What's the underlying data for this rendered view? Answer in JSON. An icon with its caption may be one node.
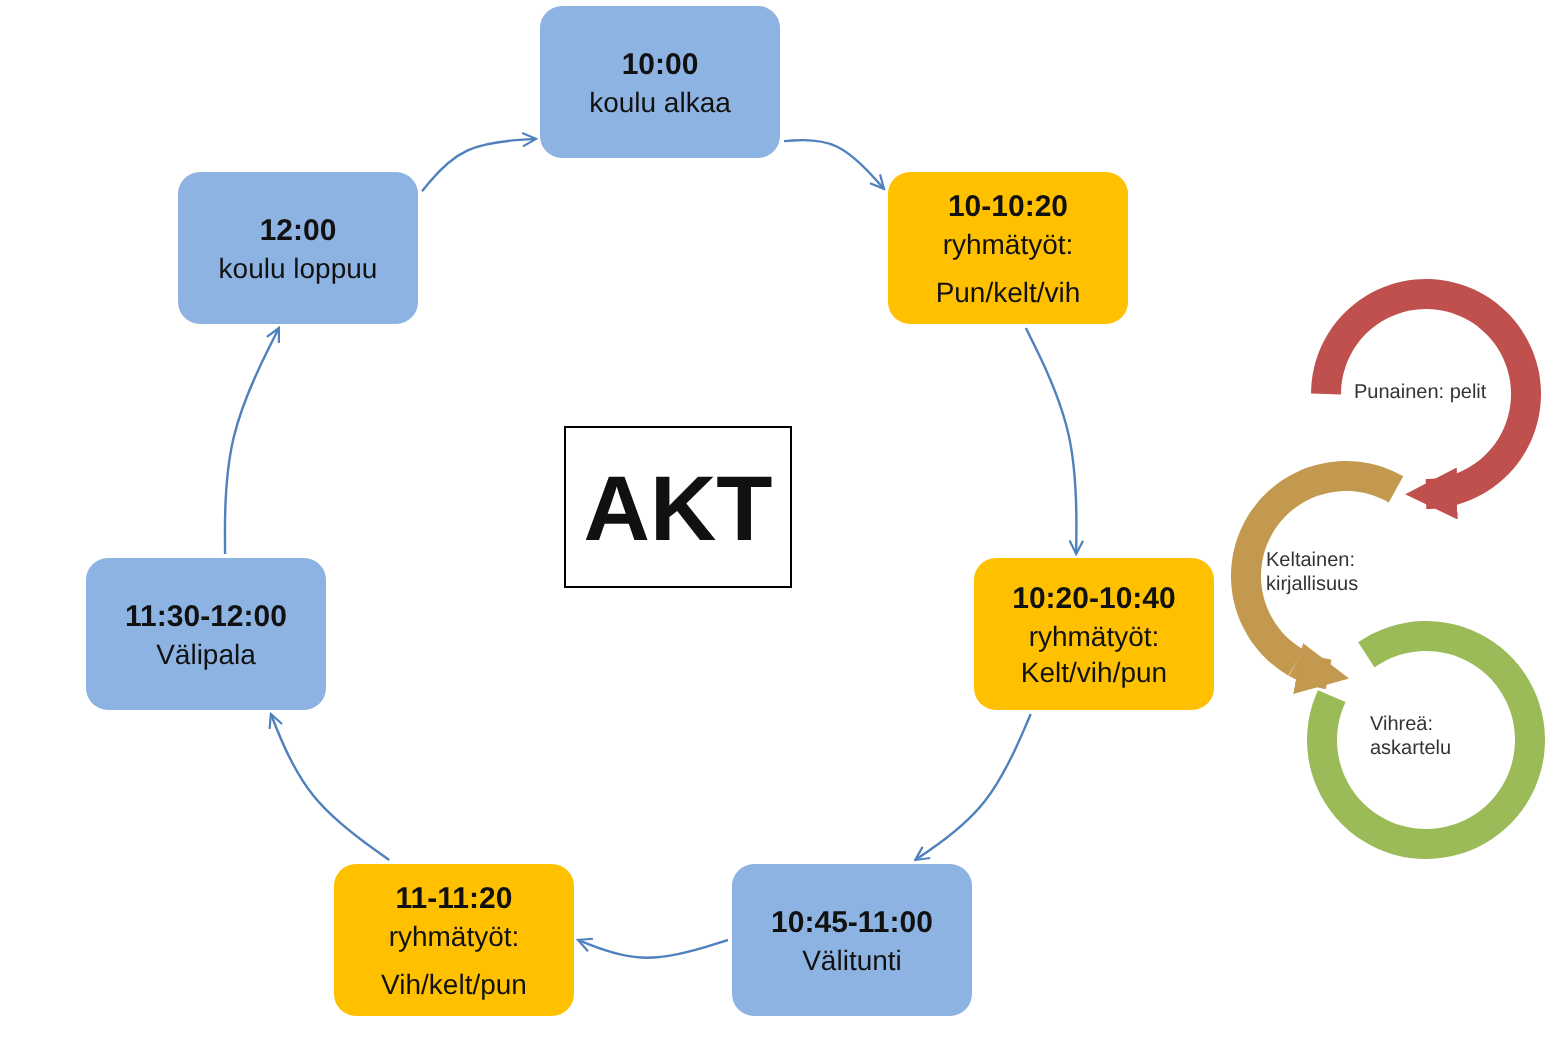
{
  "diagram": {
    "nodes": [
      {
        "text": [
          "10:00",
          "koulu alkaa"
        ]
      },
      {
        "text": [
          "10-10:20",
          "ryhmätyöt:",
          "Pun/kelt/vih"
        ]
      },
      {
        "text": [
          "10:20-10:40",
          "ryhmätyöt:",
          "Kelt/vih/pun"
        ]
      },
      {
        "text": [
          "10:45-11:00",
          "Välitunti"
        ]
      },
      {
        "text": [
          "11-11:20",
          "ryhmätyöt:",
          "Vih/kelt/pun"
        ]
      },
      {
        "text": [
          "11:30-12:00",
          "Välipala"
        ]
      },
      {
        "text": [
          "12:00",
          "koulu loppuu"
        ]
      },
      {
        "text": [
          "AKT"
        ]
      },
      {
        "text": [
          "Punainen: pelit"
        ]
      },
      {
        "text": [
          "Keltainen: kirjallisuus"
        ]
      },
      {
        "text": [
          "Vihreä: askartelu"
        ]
      }
    ],
    "edges": [
      {
        "from": 0,
        "to": 1,
        "arrow": "to"
      },
      {
        "from": 1,
        "to": 2,
        "arrow": "to"
      },
      {
        "from": 2,
        "to": 3,
        "arrow": "to"
      },
      {
        "from": 3,
        "to": 4,
        "arrow": "to"
      },
      {
        "from": 4,
        "to": 5,
        "arrow": "to"
      },
      {
        "from": 5,
        "to": 6,
        "arrow": "to"
      },
      {
        "from": 6,
        "to": 0,
        "arrow": "to"
      },
      {
        "from": 8,
        "to": 9,
        "arrow": "to",
        "style": "thick",
        "color": "#c0504d"
      },
      {
        "from": 9,
        "to": 10,
        "arrow": "to",
        "style": "thick",
        "color": "#c3984f"
      }
    ]
  }
}
